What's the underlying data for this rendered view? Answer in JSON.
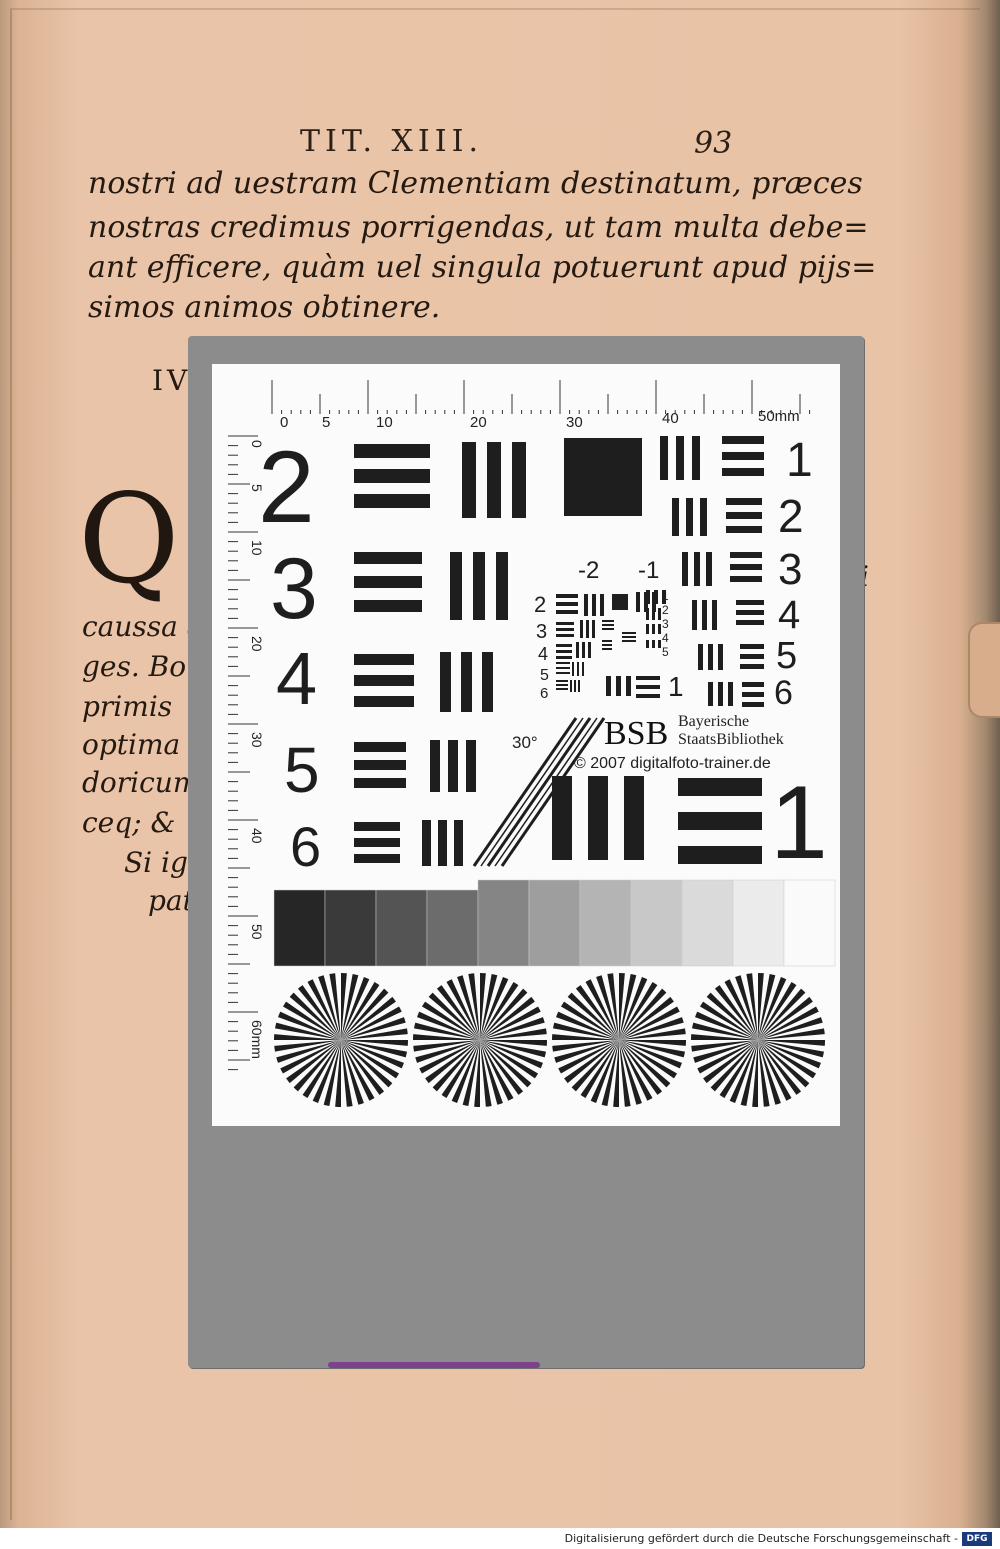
{
  "header": {
    "title": "TIT. XIII.",
    "page_number": "93"
  },
  "text_lines": [
    "nostri ad uestram Clementiam destinatum, præces",
    "nostras credimus porrigendas, ut tam multa debe=",
    "ant efficere, quàm uel singula potuerunt apud pijs=",
    "simos animos obtinere."
  ],
  "section_start": "IV",
  "drop_cap": "Q",
  "left_margin_lines": [
    "caussa ad",
    "ges. Bo",
    "primis",
    "optima",
    "doricum",
    "ceq; &",
    "Si ig",
    "pat"
  ],
  "right_fragment": "i",
  "target": {
    "ruler_top_labels": [
      "0",
      "5",
      "10",
      "20",
      "30",
      "40",
      "50mm"
    ],
    "ruler_left_labels": [
      "0",
      "5",
      "10",
      "20",
      "30",
      "40",
      "50",
      "60mm"
    ],
    "big_numbers_left": [
      "2",
      "3",
      "4",
      "5",
      "6"
    ],
    "big_numbers_right": [
      "1",
      "2",
      "3",
      "4",
      "5",
      "6"
    ],
    "center_labels_top": [
      "-2",
      "-1"
    ],
    "center_numbers_left": [
      "2",
      "3",
      "4",
      "5",
      "6"
    ],
    "center_numbers_right": [
      "1",
      "2",
      "3",
      "4",
      "5"
    ],
    "center_bottom_number": "1",
    "angle_label": "30°",
    "logo_text": "BSB",
    "brand_line1": "Bayerische",
    "brand_line2": "StaatsBibliothek",
    "copyright": "© 2007 digitalfoto-trainer.de",
    "big_one": "1",
    "grayscale": [
      "#262626",
      "#3a3a3a",
      "#545454",
      "#6c6c6c",
      "#858585",
      "#9e9e9e",
      "#b4b4b4",
      "#c8c8c8",
      "#dadada",
      "#ebebeb",
      "#fafafa"
    ],
    "siemens_star_count": 4
  },
  "footer": {
    "text": "Digitalisierung gefördert durch die Deutsche Forschungsgemeinschaft -",
    "logo": "DFG"
  }
}
